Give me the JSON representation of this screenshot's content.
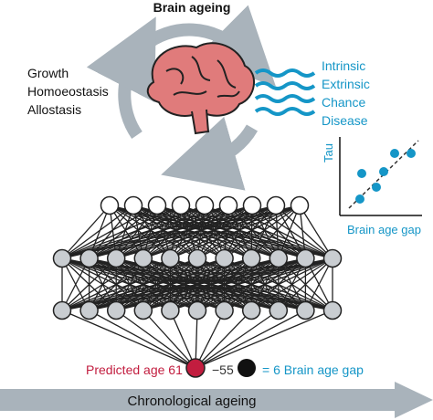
{
  "title": "Brain ageing",
  "factors": [
    "Growth",
    "Homoeostasis",
    "Allostasis"
  ],
  "external_factors": [
    "Intrinsic",
    "Extrinsic",
    "Chance",
    "Disease"
  ],
  "scatter": {
    "ylabel": "Tau",
    "xlabel": "Brain age gap"
  },
  "prediction": {
    "predicted_label": "Predicted age 61",
    "minus_label": "−55",
    "gap_label": "= 6 Brain age gap"
  },
  "timeline_label": "Chronological ageing",
  "colors": {
    "accent_blue": "#1596c7",
    "predicted_red": "#c21d3f",
    "brain_pink": "#e07b7b",
    "arrow_grey": "#a9b3bb",
    "neuron_grey": "#c9cdd1"
  },
  "network_layers": [
    9,
    11,
    11
  ]
}
